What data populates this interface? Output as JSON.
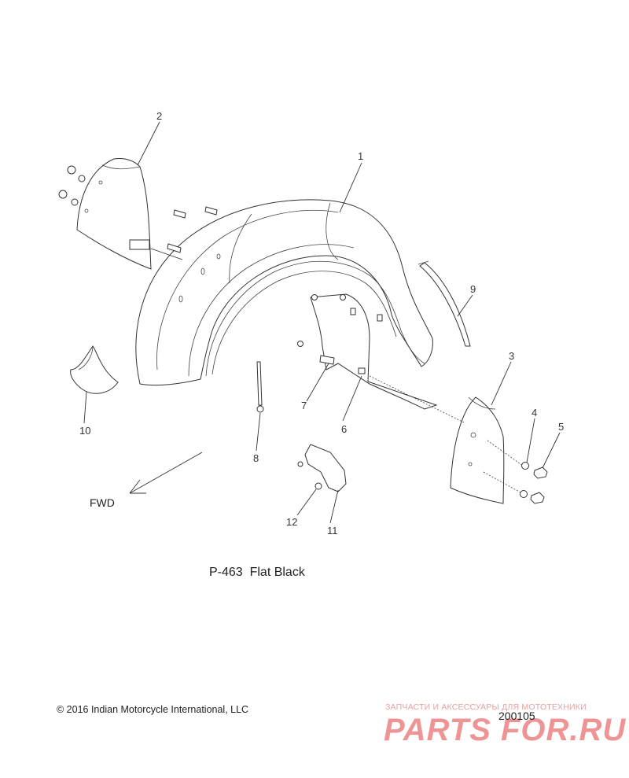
{
  "callouts": [
    "1",
    "2",
    "3",
    "4",
    "5",
    "6",
    "7",
    "8",
    "9",
    "10",
    "11",
    "12"
  ],
  "direction_label": "FWD",
  "caption": "P-463  Flat Black",
  "copyright": "© 2016 Indian Motorcycle International, LLC",
  "drawing_number": "200105",
  "watermark": {
    "tagline": "ЗАПЧАСТИ И АКСЕССУАРЫ ДЛЯ МОТОТЕХНИКИ",
    "logo": "PARTS FOR.RU"
  }
}
